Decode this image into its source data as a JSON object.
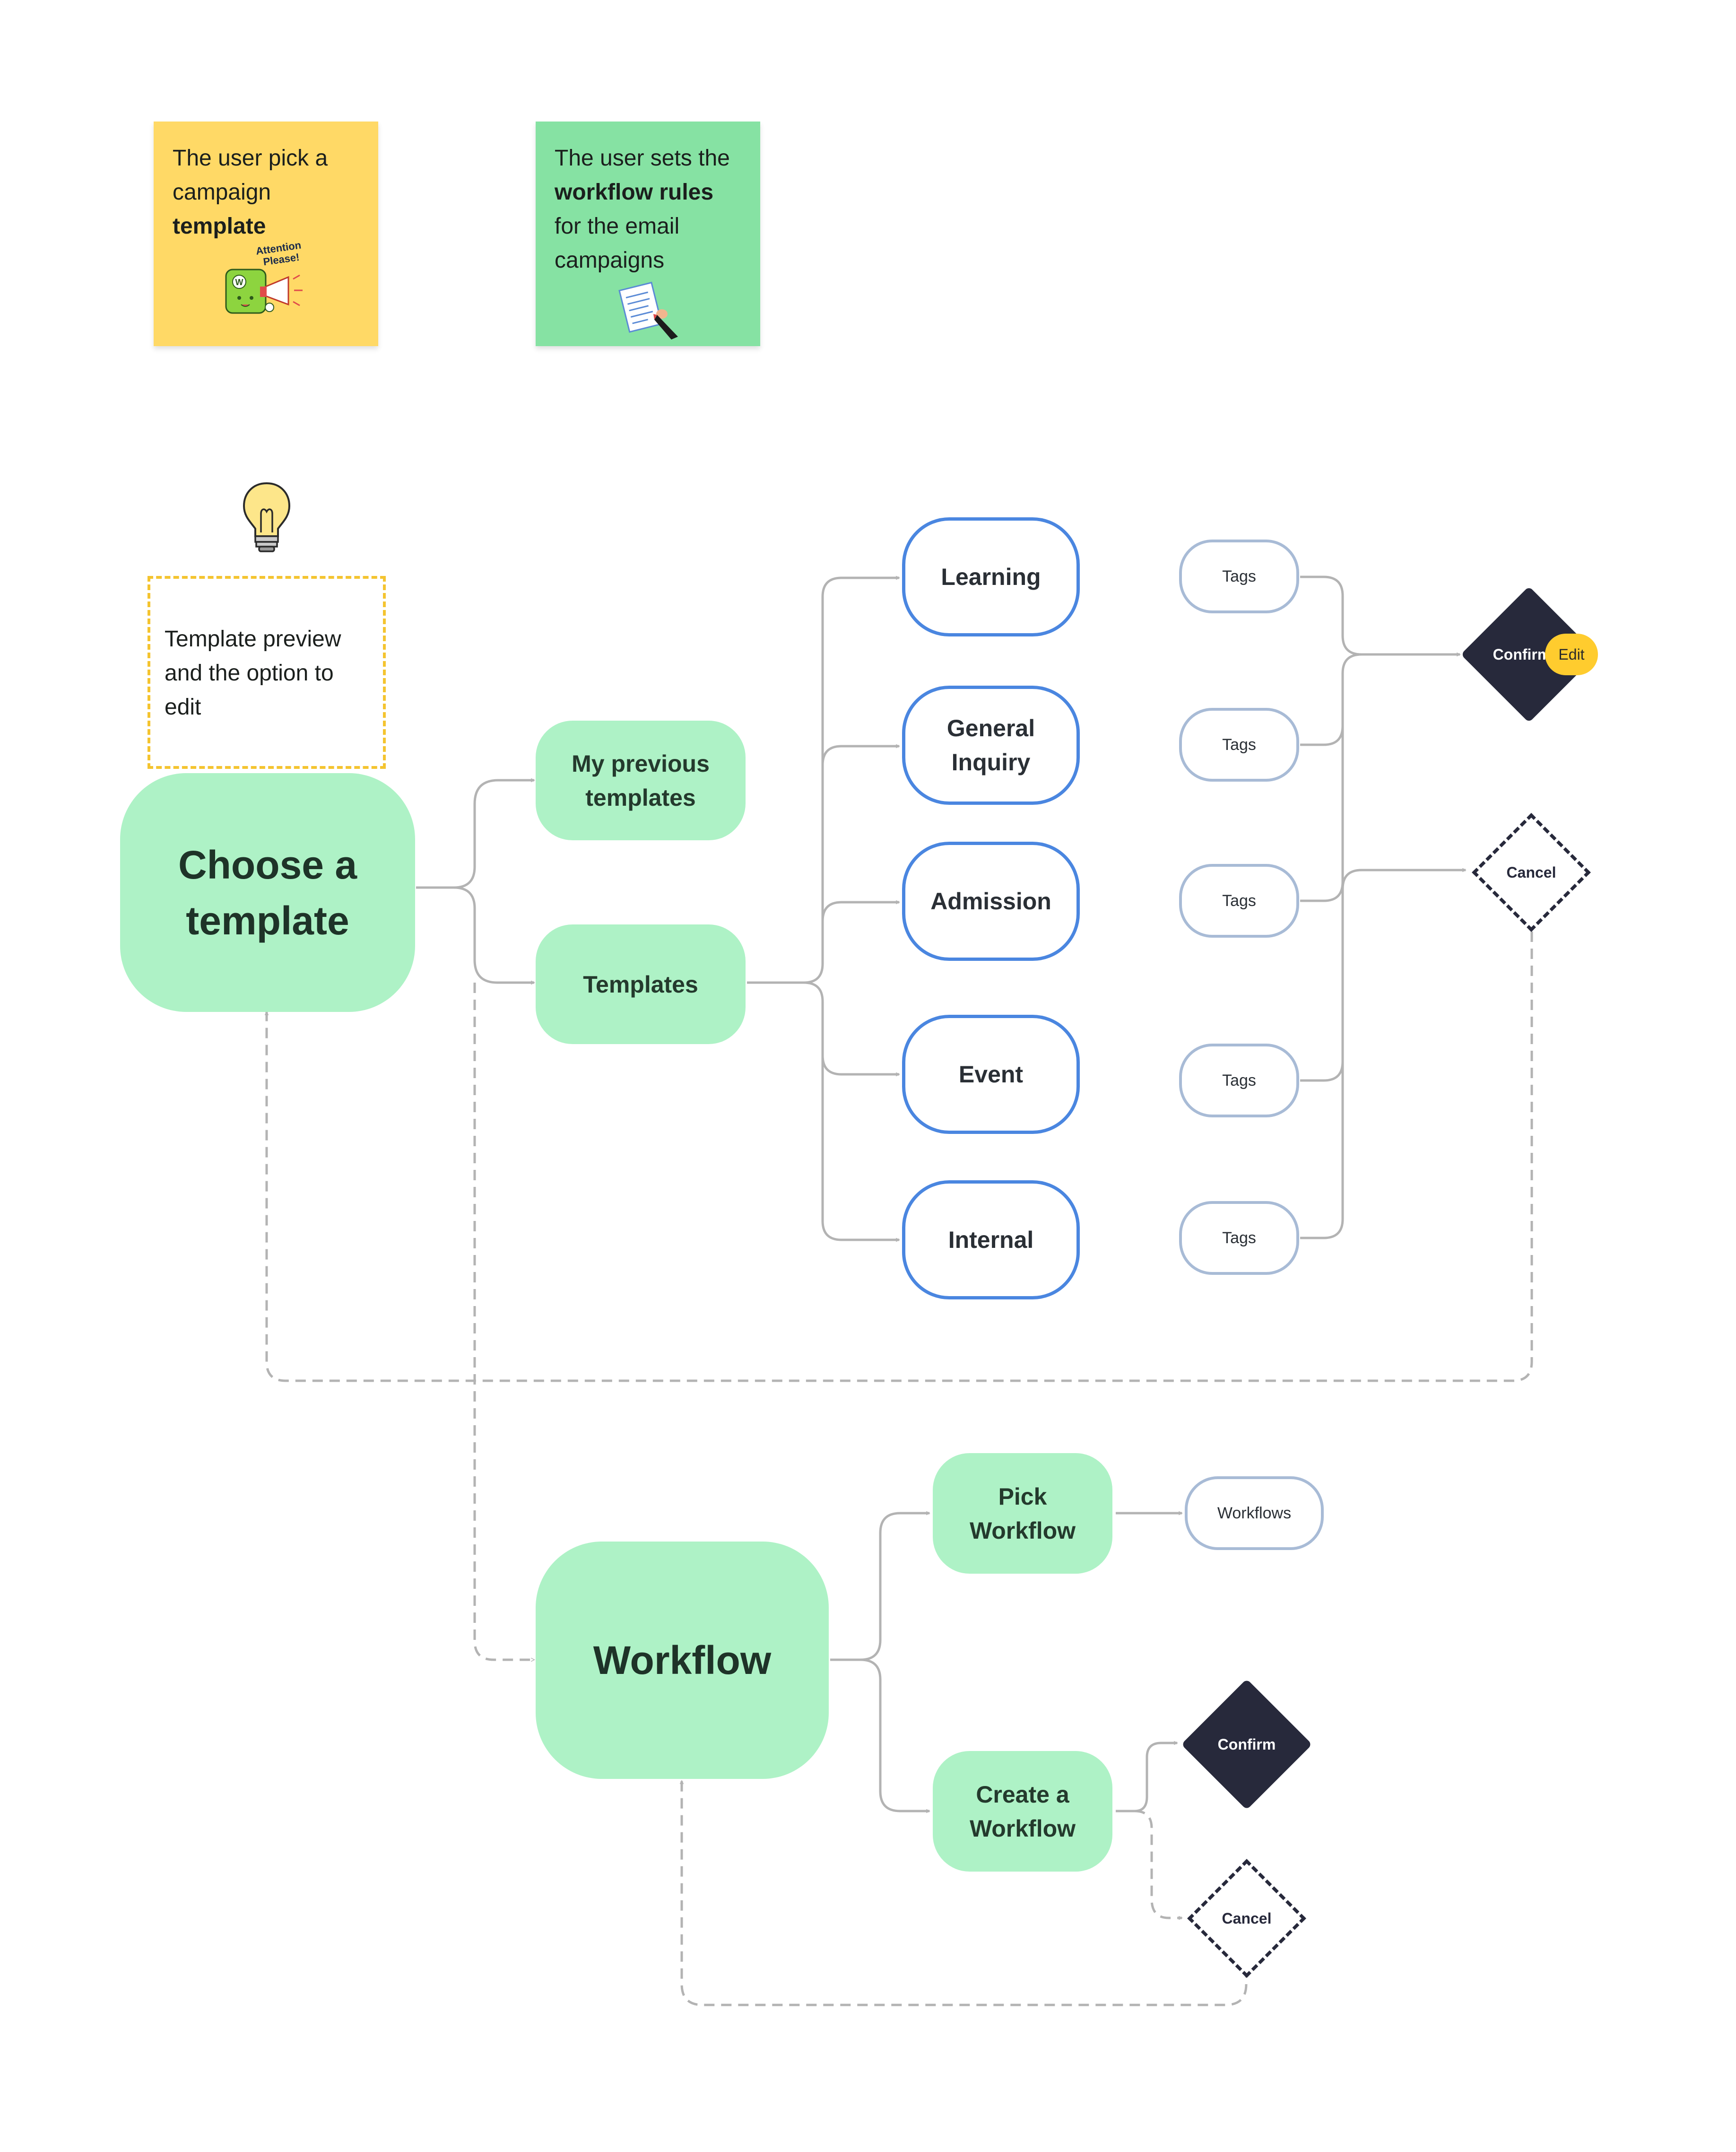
{
  "stickies": {
    "campaign": {
      "line1": "The user pick a",
      "line2": "campaign",
      "bold": "template",
      "sticker_text_1": "Attention",
      "sticker_text_2": "Please!"
    },
    "workflow": {
      "line1": "The user sets the",
      "bold": "workflow rules",
      "line3": "for the email",
      "line4": "campaigns"
    }
  },
  "preview_note": {
    "line1": "Template preview",
    "line2": "and the option to",
    "line3": "edit"
  },
  "nodes": {
    "choose_template": {
      "line1": "Choose a",
      "line2": "template"
    },
    "my_previous": {
      "line1": "My previous",
      "line2": "templates"
    },
    "templates": "Templates",
    "learning": "Learning",
    "general_inquiry": {
      "line1": "General",
      "line2": "Inquiry"
    },
    "admission": "Admission",
    "event": "Event",
    "internal": "Internal",
    "workflow": "Workflow",
    "pick_workflow": {
      "line1": "Pick",
      "line2": "Workflow"
    },
    "create_workflow": {
      "line1": "Create a",
      "line2": "Workflow"
    },
    "workflows": "Workflows"
  },
  "tags": [
    "Tags",
    "Tags",
    "Tags",
    "Tags",
    "Tags"
  ],
  "decisions": {
    "confirm_top": "Confirm",
    "edit_badge": "Edit",
    "cancel_top": "Cancel",
    "confirm_bottom": "Confirm",
    "cancel_bottom": "Cancel"
  },
  "colors": {
    "green_node": "#aef2c6",
    "blue_border": "#4a86e0",
    "tag_border": "#a8bbd6",
    "decision_dark": "#27293b",
    "sticky_yellow": "#ffd966",
    "sticky_green": "#86e2a3",
    "edit_badge": "#ffcc2e",
    "connector": "#b3b3b3"
  }
}
